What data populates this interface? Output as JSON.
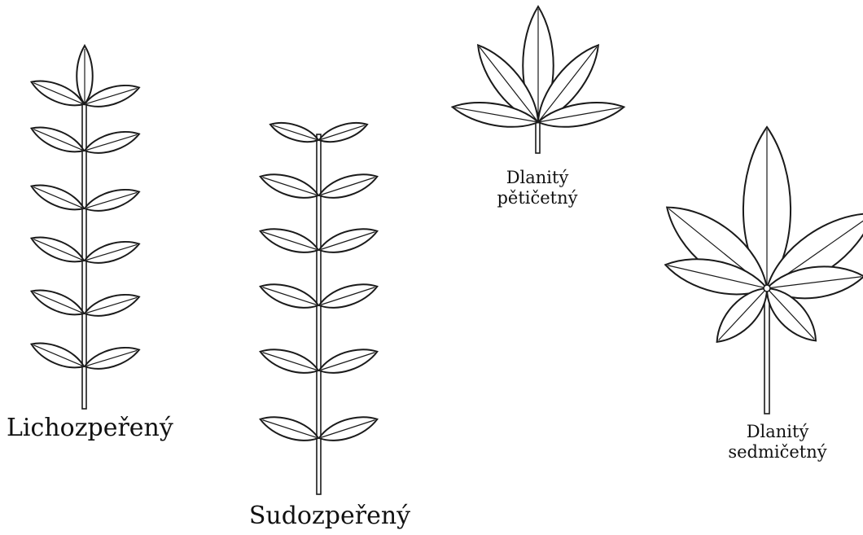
{
  "labels": {
    "odd_pinnate": "Lichozpeřený",
    "even_pinnate": "Sudozpeřený",
    "palmate5_line1": "Dlanitý",
    "palmate5_line2": "pětičetný",
    "palmate7_line1": "Dlanitý",
    "palmate7_line2": "sedmičetný"
  }
}
